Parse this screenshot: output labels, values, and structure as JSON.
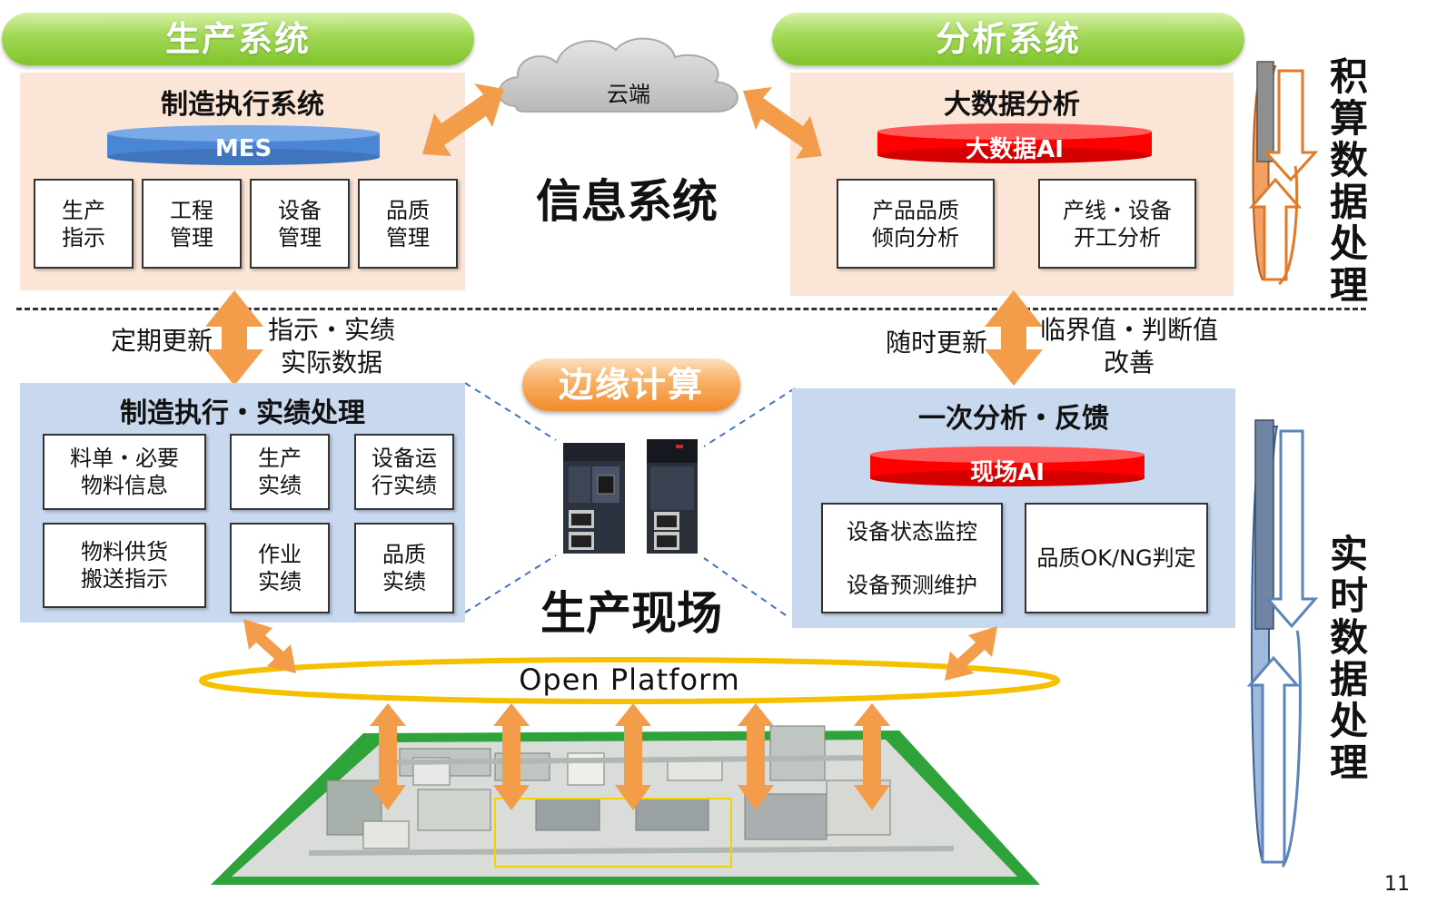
{
  "production_system": {
    "title": "生产系统",
    "panel_title": "制造执行系统",
    "db_label": "MES",
    "boxes": [
      "生产\n指示",
      "工程\n管理",
      "设备\n管理",
      "品质\n管理"
    ]
  },
  "analysis_system": {
    "title": "分析系统",
    "panel_title": "大数据分析",
    "db_label": "大数据AI",
    "boxes": [
      "产品品质\n倾向分析",
      "产线・设备\n开工分析"
    ]
  },
  "cloud": {
    "label": "云端"
  },
  "info_system_label": "信息系统",
  "accumulate_label": "积算数据处理",
  "realtime_label": "实时数据处理",
  "left_links": {
    "update": "定期更新",
    "content": "指示・实绩\n实际数据"
  },
  "right_links": {
    "update": "随时更新",
    "content": "临界值・判断值\n改善"
  },
  "edge_computing": {
    "label": "边缘计算"
  },
  "field_label": "生产现场",
  "mes_execution": {
    "title": "制造执行・实绩处理",
    "boxes": [
      "料单・必要\n物料信息",
      "生产\n实绩",
      "设备运\n行实绩",
      "物料供货\n搬送指示",
      "作业\n实绩",
      "品质\n实绩"
    ]
  },
  "first_analysis": {
    "title": "一次分析・反馈",
    "db_label": "现场AI",
    "box_monitor": [
      "设备状态监控",
      "设备预测维护"
    ],
    "box_quality": "品质OK/NG判定"
  },
  "open_platform": {
    "label": "Open Platform"
  },
  "page_number": "11",
  "colors": {
    "green": "#7fc42b",
    "peach": "#fbe5d6",
    "blue_panel": "#c8d9ef",
    "mes_blue": "#4a86d4",
    "ai_red": "#ff0000",
    "arrow_orange": "#f39c4a",
    "edge_orange": "#f5a24e",
    "ellipse_yellow": "#f5c000",
    "floor_green": "#33a533"
  }
}
